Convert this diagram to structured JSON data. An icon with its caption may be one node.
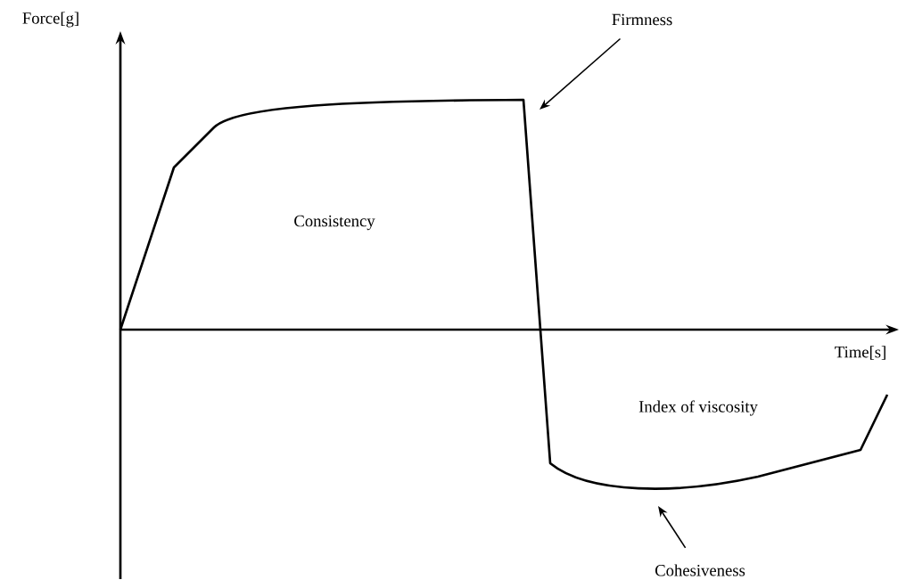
{
  "diagram": {
    "nodes": [
      {
        "text": [
          "Firmness"
        ]
      },
      {
        "text": [
          "Cohesiveness"
        ]
      }
    ],
    "edges": [
      {
        "from": 0,
        "to": null,
        "arrow": "to"
      },
      {
        "from": 1,
        "to": null,
        "arrow": "to"
      }
    ],
    "labels": [
      "Force[g]",
      "Consistency",
      "Time[s]",
      "Index of viscosity"
    ]
  }
}
